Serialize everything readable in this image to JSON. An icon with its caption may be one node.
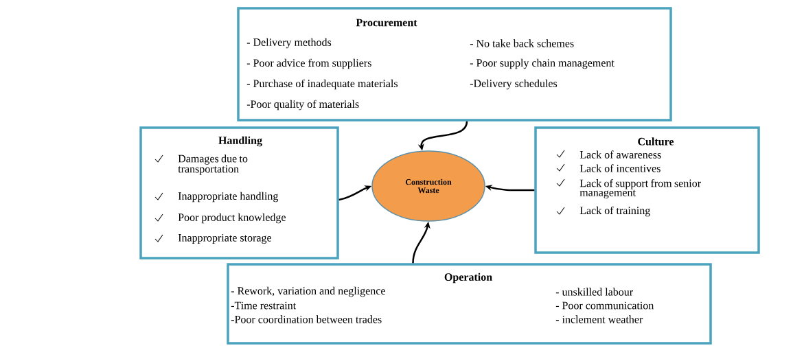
{
  "diagram": {
    "nodes": [
      {
        "text": [
          "Procurement",
          "- Delivery methods",
          "- No take back schemes",
          "- Poor advice from suppliers",
          "- Poor supply chain management",
          "- Purchase of inadequate materials",
          "-Delivery schedules",
          "-Poor quality of materials"
        ]
      },
      {
        "text": [
          "Handling",
          "Damages due to transportation",
          "Inappropriate handling",
          "Poor product knowledge",
          "Inappropriate storage"
        ]
      },
      {
        "text": [
          "Construction Waste"
        ]
      },
      {
        "text": [
          "Culture",
          "Lack of awareness",
          "Lack of incentives",
          "Lack of support from senior management",
          "Lack of training"
        ]
      },
      {
        "text": [
          "Operation",
          "- Rework, variation and negligence",
          "- unskilled labour",
          "-Time restraint",
          "- Poor communication",
          "-Poor coordination between trades",
          "- inclement weather"
        ]
      }
    ],
    "edges": [
      {
        "from": 0,
        "to": 2,
        "arrow": "to"
      },
      {
        "from": 1,
        "to": 2,
        "arrow": "to"
      },
      {
        "from": 3,
        "to": 2,
        "arrow": "to"
      },
      {
        "from": 4,
        "to": 2,
        "arrow": "to"
      }
    ]
  }
}
